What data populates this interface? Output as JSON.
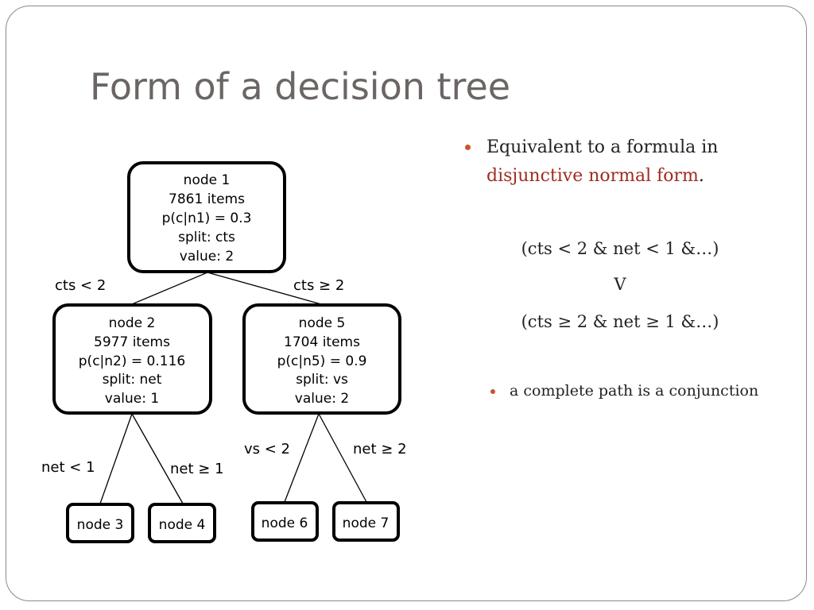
{
  "slide": {
    "title": "Form of a decision tree"
  },
  "tree": {
    "nodes": {
      "n1": [
        "node 1",
        "7861 items",
        "p(c|n1) = 0.3",
        "split: cts",
        "value: 2"
      ],
      "n2": [
        "node 2",
        "5977 items",
        "p(c|n2) = 0.116",
        "split: net",
        "value: 1"
      ],
      "n5": [
        "node 5",
        "1704 items",
        "p(c|n5) = 0.9",
        "split: vs",
        "value: 2"
      ],
      "n3": [
        "node 3"
      ],
      "n4": [
        "node 4"
      ],
      "n6": [
        "node 6"
      ],
      "n7": [
        "node 7"
      ]
    },
    "edges": {
      "n1_n2": "cts < 2",
      "n1_n5": "cts ≥ 2",
      "n2_n3": "net < 1",
      "n2_n4": "net ≥ 1",
      "n5_n6": "vs < 2",
      "n5_n7": "net ≥ 2"
    }
  },
  "bullets": {
    "main_text": "Equivalent to a formula in",
    "main_highlight": "disjunctive normal form",
    "main_end": ".",
    "formula_line1": "(cts < 2 & net < 1 &…)",
    "formula_or": "V",
    "formula_line2": "(cts ≥ 2 & net ≥ 1 &…)",
    "sub_text": "a complete path is a conjunction"
  },
  "colors": {
    "title": "#6b6664",
    "bullet": "#c8552b",
    "highlight": "#a02d20"
  }
}
